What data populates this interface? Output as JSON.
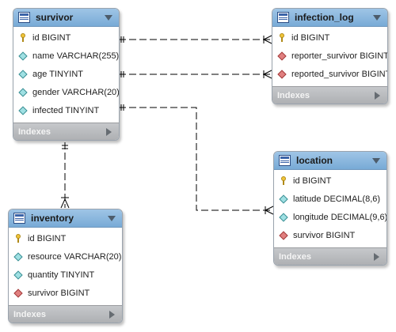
{
  "colors": {
    "header": "#8fbce2",
    "footer": "#b9bbbe",
    "primary_key_icon": "#f0c43a",
    "column_icon": "#9fe0e3",
    "foreign_key_icon": "#e07f7f",
    "connector": "#000000"
  },
  "icons": {
    "table": "table-grid-icon",
    "primary_key": "key-icon",
    "column": "diamond-icon",
    "foreign_key": "red-diamond-icon",
    "collapse": "chevron-down-icon",
    "indexes": "arrow-right-icon"
  },
  "tables": {
    "survivor": {
      "name": "survivor",
      "columns": [
        {
          "text": "id BIGINT",
          "kind": "pk"
        },
        {
          "text": "name VARCHAR(255)",
          "kind": "col"
        },
        {
          "text": "age TINYINT",
          "kind": "col"
        },
        {
          "text": "gender VARCHAR(20)",
          "kind": "col"
        },
        {
          "text": "infected TINYINT",
          "kind": "col"
        }
      ],
      "footer": "Indexes"
    },
    "infection_log": {
      "name": "infection_log",
      "columns": [
        {
          "text": "id BIGINT",
          "kind": "pk"
        },
        {
          "text": "reporter_survivor BIGINT",
          "kind": "fk"
        },
        {
          "text": "reported_survivor BIGINT",
          "kind": "fk"
        }
      ],
      "footer": "Indexes"
    },
    "location": {
      "name": "location",
      "columns": [
        {
          "text": "id BIGINT",
          "kind": "pk"
        },
        {
          "text": "latitude DECIMAL(8,6)",
          "kind": "col"
        },
        {
          "text": "longitude DECIMAL(9,6)",
          "kind": "col"
        },
        {
          "text": "survivor BIGINT",
          "kind": "fk"
        }
      ],
      "footer": "Indexes"
    },
    "inventory": {
      "name": "inventory",
      "columns": [
        {
          "text": "id BIGINT",
          "kind": "pk"
        },
        {
          "text": "resource VARCHAR(20)",
          "kind": "col"
        },
        {
          "text": "quantity TINYINT",
          "kind": "col"
        },
        {
          "text": "survivor BIGINT",
          "kind": "fk"
        }
      ],
      "footer": "Indexes"
    }
  },
  "relationships": [
    {
      "from": "survivor",
      "to": "infection_log",
      "cardinality": "one-to-many"
    },
    {
      "from": "survivor",
      "to": "infection_log",
      "cardinality": "one-to-many"
    },
    {
      "from": "survivor",
      "to": "location",
      "cardinality": "one-to-many"
    },
    {
      "from": "survivor",
      "to": "inventory",
      "cardinality": "one-to-many"
    }
  ]
}
